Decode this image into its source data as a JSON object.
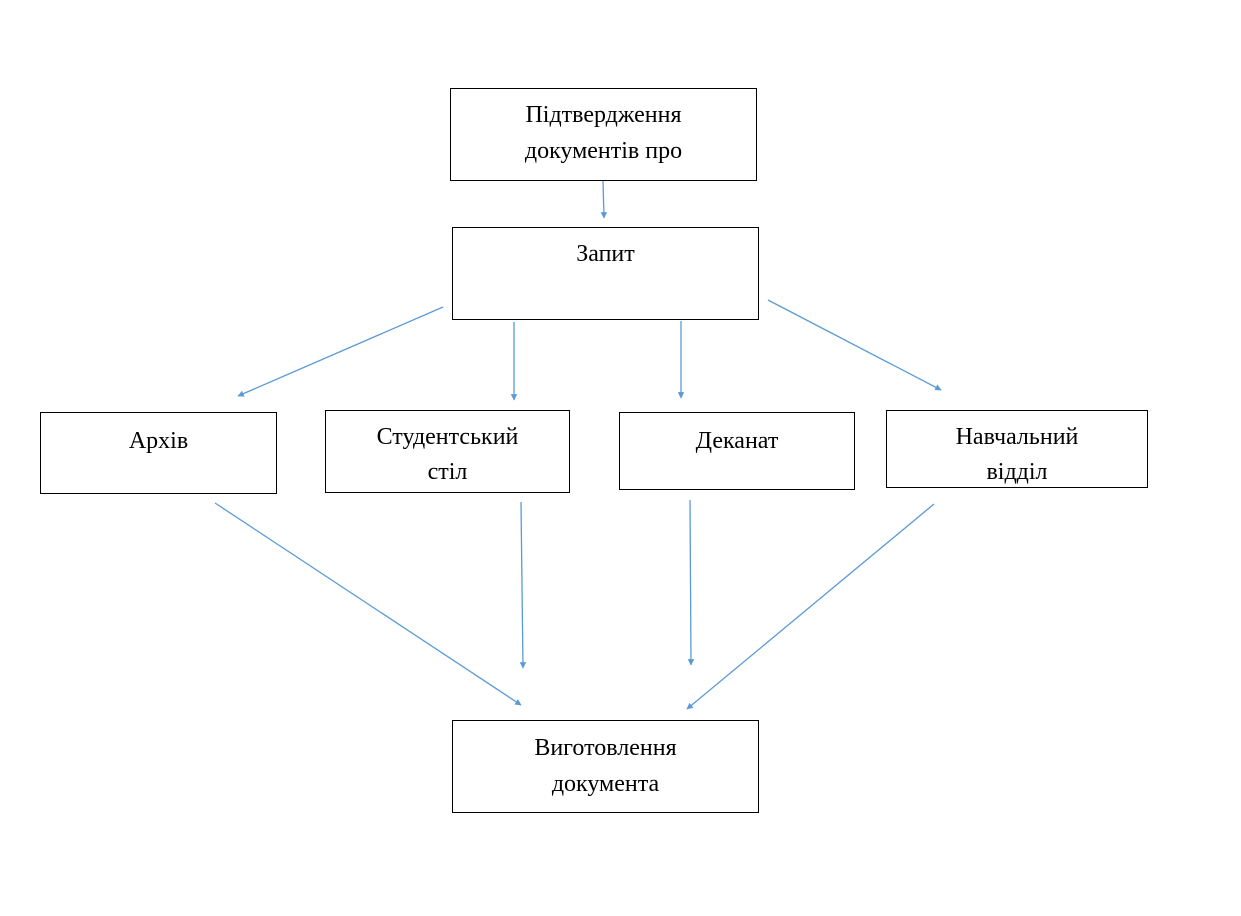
{
  "diagram": {
    "type": "flowchart",
    "arrow_color": "#5b9bd5",
    "nodes": {
      "confirm": {
        "lines": [
          "Підтвердження",
          "документів про"
        ]
      },
      "request": {
        "lines": [
          "Запит"
        ]
      },
      "archive": {
        "lines": [
          "Архів"
        ]
      },
      "student_desk": {
        "lines": [
          "Студентський",
          "стіл"
        ]
      },
      "dean_office": {
        "lines": [
          "Деканат"
        ]
      },
      "academic_dept": {
        "lines": [
          "Навчальний",
          "відділ"
        ]
      },
      "production": {
        "lines": [
          "Виготовлення",
          "документа"
        ]
      }
    },
    "edges": [
      {
        "from": "confirm",
        "to": "request"
      },
      {
        "from": "request",
        "to": "archive"
      },
      {
        "from": "request",
        "to": "student_desk"
      },
      {
        "from": "request",
        "to": "dean_office"
      },
      {
        "from": "request",
        "to": "academic_dept"
      },
      {
        "from": "archive",
        "to": "production"
      },
      {
        "from": "student_desk",
        "to": "production"
      },
      {
        "from": "dean_office",
        "to": "production"
      },
      {
        "from": "academic_dept",
        "to": "production"
      }
    ]
  }
}
